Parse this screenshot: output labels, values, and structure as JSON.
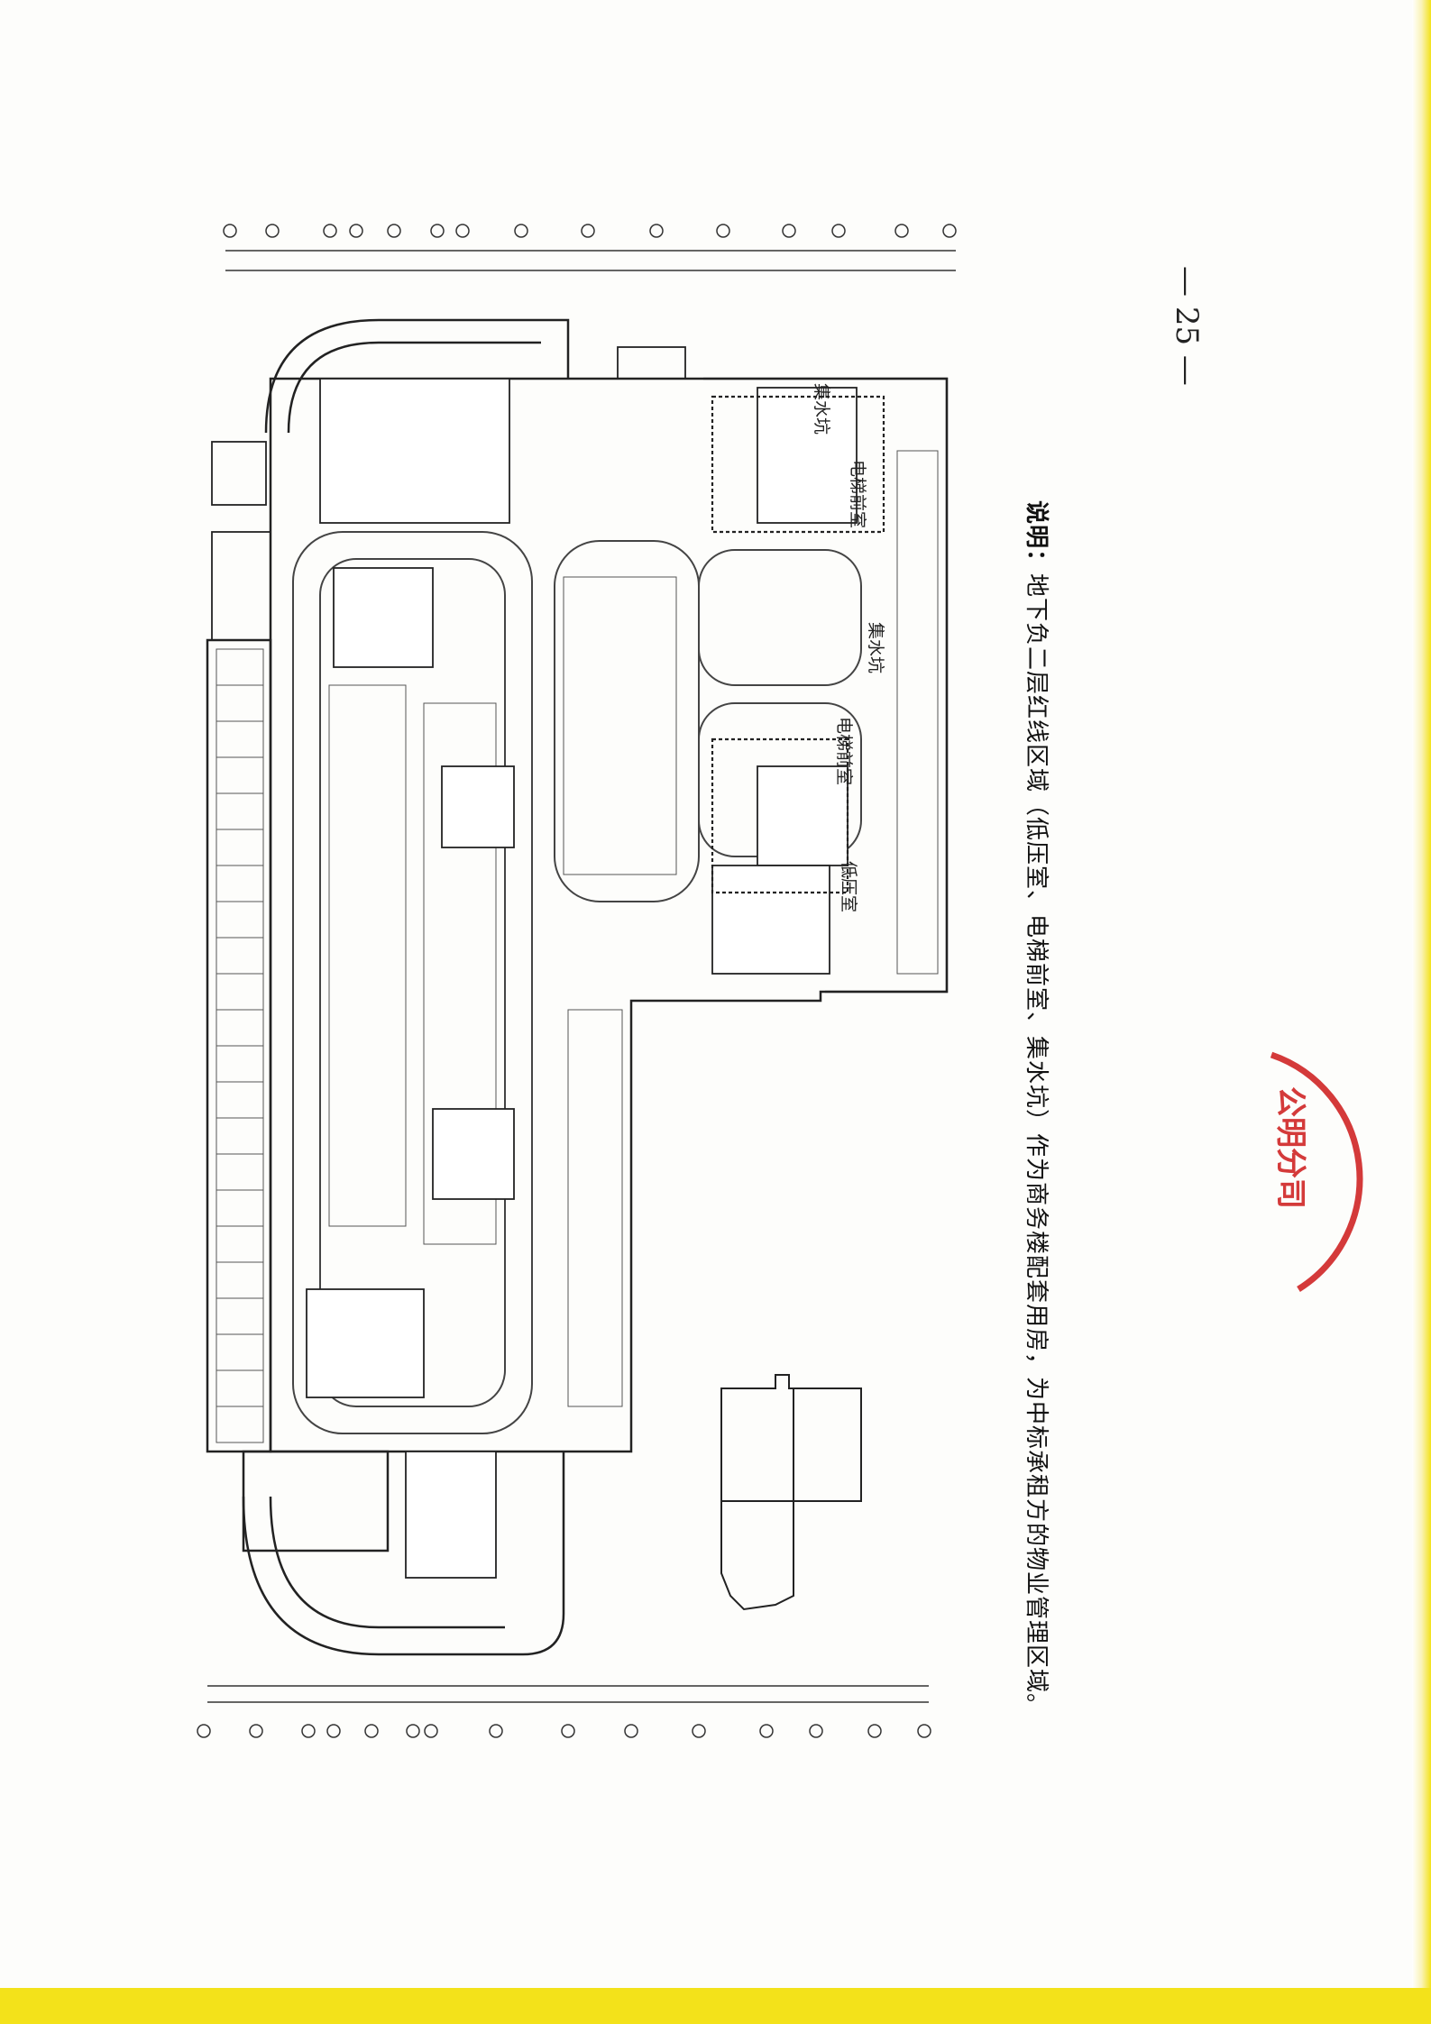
{
  "page": {
    "number": "25",
    "note_label": "说明：",
    "note_text": "地下负二层红线区域（低压室、电梯前室、集水坑）作为商务楼配套用房，为中标承租方的物业管理区域。"
  },
  "plan": {
    "handwritten_labels": [
      "集水坑",
      "电梯前室",
      "集水坑",
      "电梯前室",
      "低压室"
    ],
    "seal_text": "公明分司",
    "accent_color": "#d43a3a",
    "highlight_color": "#f3e21a"
  }
}
